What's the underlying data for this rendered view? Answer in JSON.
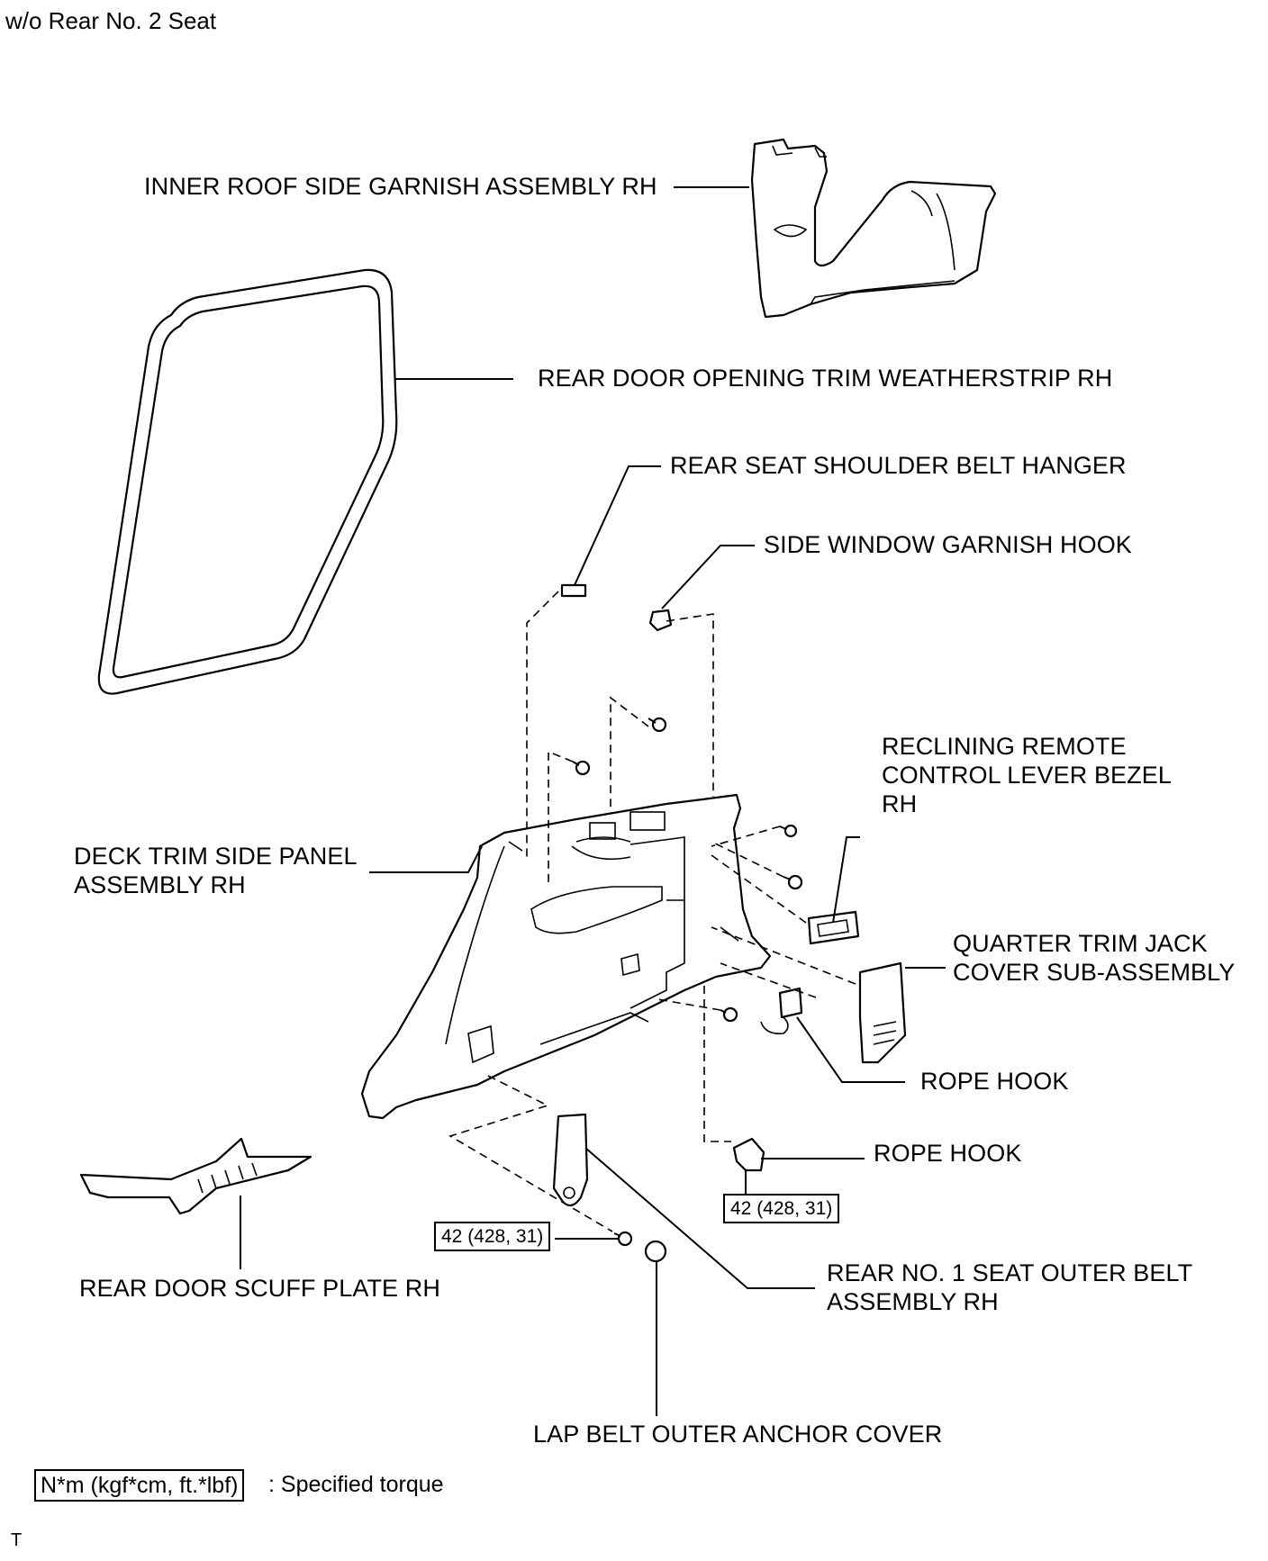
{
  "header": {
    "title": "w/o Rear No. 2 Seat"
  },
  "labels": {
    "inner_roof": "INNER ROOF SIDE GARNISH ASSEMBLY RH",
    "weatherstrip": "REAR DOOR OPENING TRIM WEATHERSTRIP RH",
    "shoulder_hanger": "REAR SEAT SHOULDER BELT HANGER",
    "window_hook": "SIDE WINDOW GARNISH HOOK",
    "reclining_bezel_1": "RECLINING REMOTE",
    "reclining_bezel_2": "CONTROL LEVER BEZEL",
    "reclining_bezel_3": "RH",
    "deck_trim_1": "DECK TRIM SIDE PANEL",
    "deck_trim_2": "ASSEMBLY RH",
    "jack_cover_1": "QUARTER TRIM JACK",
    "jack_cover_2": "COVER SUB-ASSEMBLY",
    "rope_hook_upper": "ROPE HOOK",
    "rope_hook_lower": "ROPE HOOK",
    "scuff_plate": "REAR DOOR SCUFF PLATE RH",
    "outer_belt_1": "REAR NO. 1 SEAT OUTER BELT",
    "outer_belt_2": "ASSEMBLY RH",
    "anchor_cover": "LAP BELT OUTER ANCHOR COVER"
  },
  "torque": {
    "rope_hook": "42 (428, 31)",
    "belt_anchor": "42 (428, 31)"
  },
  "legend": {
    "unit_box": "N*m (kgf*cm, ft.*lbf)",
    "description": ": Specified torque"
  },
  "footer": {
    "code": "T"
  }
}
